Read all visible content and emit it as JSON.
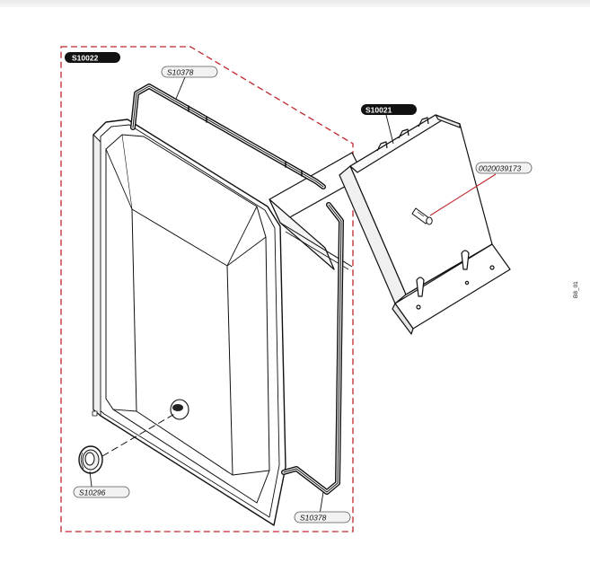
{
  "diagram": {
    "group_labels": {
      "door_assembly": "S10022",
      "duct_assembly": "S10021"
    },
    "part_labels": {
      "gasket_top": "S10378",
      "gasket_bottom": "S10378",
      "screw": "0020039173",
      "grommet": "S10296"
    },
    "side_code": "B8_01",
    "colors": {
      "dashed_outline": "#c0272d",
      "leader_line": "#c0272d",
      "badge_dark": "#111111",
      "badge_light": "#f2f2f2",
      "line_art": "#111111"
    },
    "icons": {
      "grommet": "grommet-icon",
      "screw": "screw-icon"
    }
  }
}
